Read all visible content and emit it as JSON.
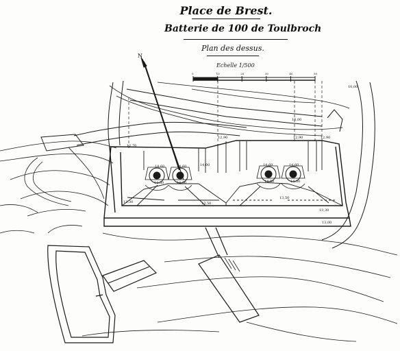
{
  "header": {
    "place": "Place de Brest.",
    "battery": "Batterie de 100 de Toulbroch",
    "view": "Plan des dessus.",
    "scale_label": "Echelle",
    "scale_ratio": "1/500"
  },
  "compass": {
    "north_label": "N"
  },
  "scale_bar": {
    "ticks": [
      "0",
      "10",
      "20",
      "30",
      "40",
      "50"
    ]
  },
  "elevations": [
    "14,60",
    "14,50",
    "14,00",
    "13,50",
    "13,30",
    "13,00",
    "12,90",
    "12,70",
    "10,00"
  ]
}
